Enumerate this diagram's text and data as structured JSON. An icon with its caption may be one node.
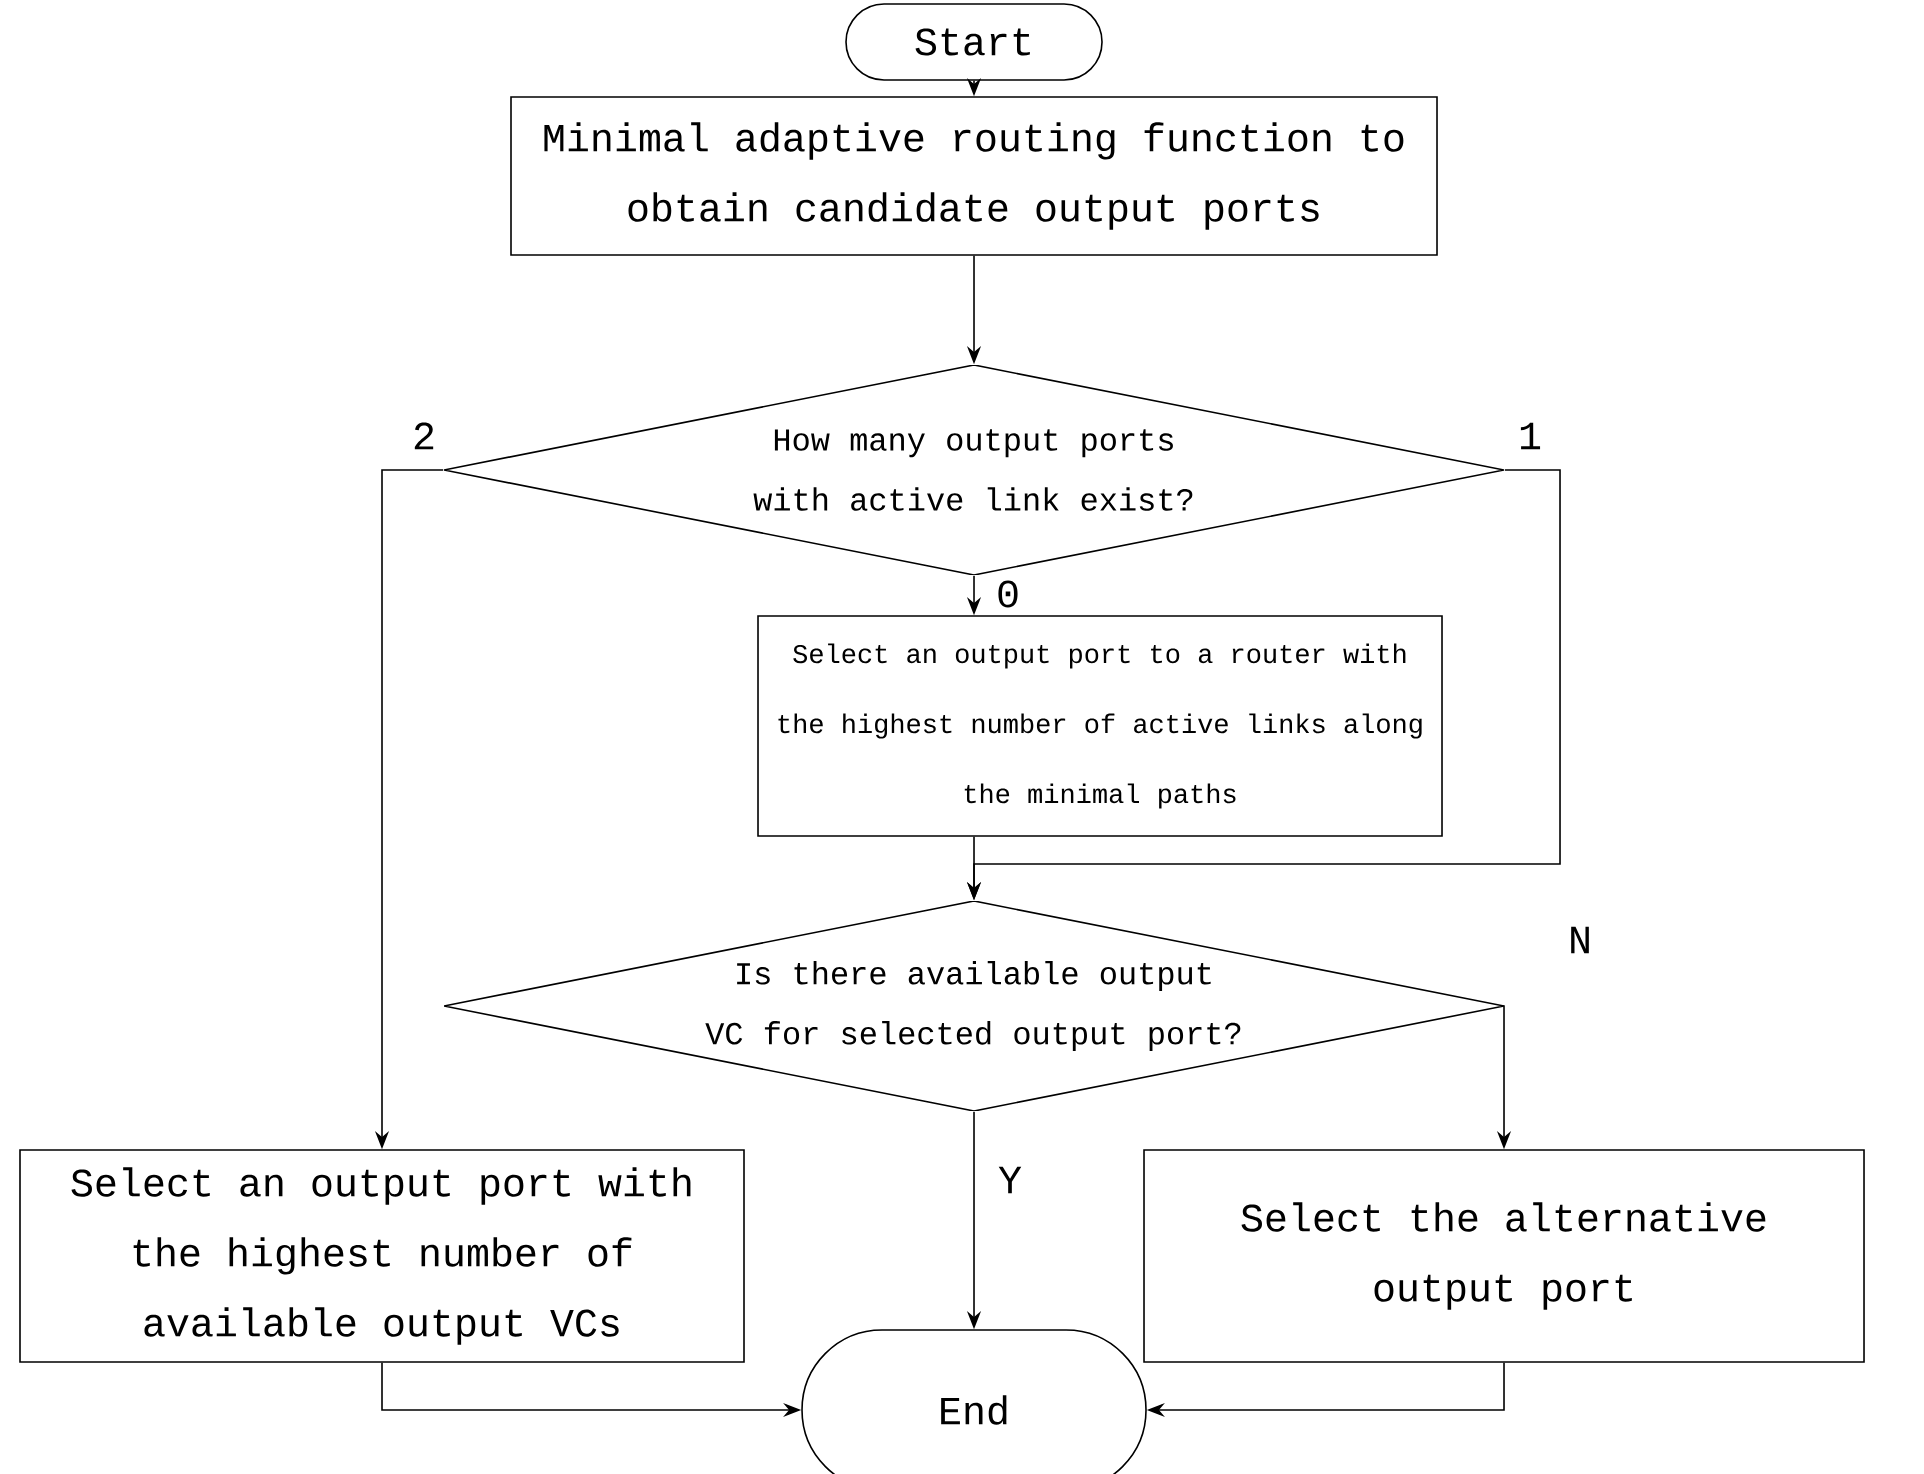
{
  "diagram": {
    "nodes": [
      {
        "text": [
          "Start"
        ]
      },
      {
        "text": [
          "Minimal adaptive routing function to obtain candidate output ports"
        ]
      },
      {
        "text": [
          "How many output ports with active link exist?"
        ]
      },
      {
        "text": [
          "Select an output port to a router with the highest number of active links along the minimal paths"
        ]
      },
      {
        "text": [
          "Is there available output VC for selected output port?"
        ]
      },
      {
        "text": [
          "Select an output port with the highest number of available output VCs"
        ]
      },
      {
        "text": [
          "Select the alternative output port"
        ]
      },
      {
        "text": [
          "End"
        ]
      }
    ],
    "edges": [
      {
        "from": 0,
        "to": 1,
        "arrow": "to"
      },
      {
        "from": 1,
        "to": 2,
        "arrow": "to"
      },
      {
        "from": 2,
        "to": 3,
        "arrow": "to",
        "label": "0"
      },
      {
        "from": 2,
        "to": 5,
        "arrow": "to",
        "label": "2"
      },
      {
        "from": 2,
        "to": 4,
        "arrow": "to",
        "label": "1"
      },
      {
        "from": 3,
        "to": 4,
        "arrow": "to"
      },
      {
        "from": 4,
        "to": 6,
        "arrow": "to",
        "label": "N"
      },
      {
        "from": 4,
        "to": 7,
        "arrow": "to",
        "label": "Y"
      },
      {
        "from": 5,
        "to": 7,
        "arrow": "to"
      },
      {
        "from": 6,
        "to": 7,
        "arrow": "to"
      }
    ]
  }
}
